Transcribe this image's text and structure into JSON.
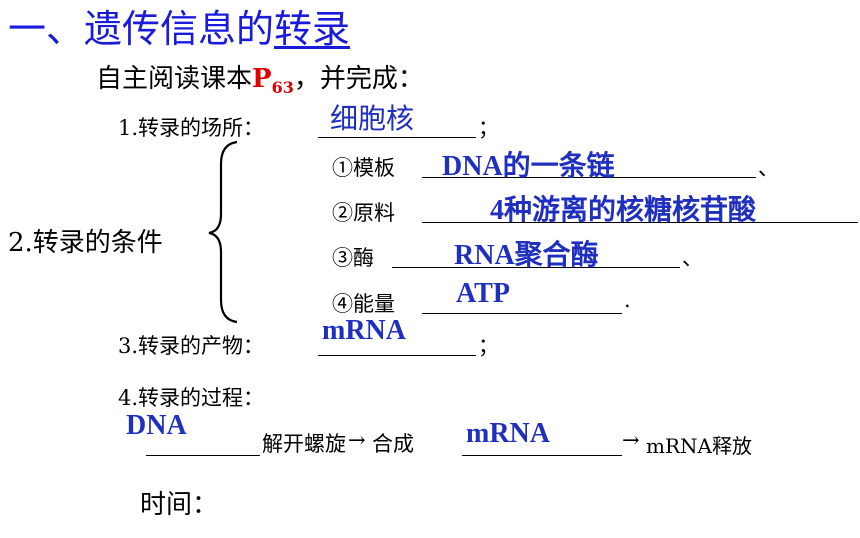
{
  "heading": {
    "prefix": "一、遗传信息的",
    "underlined": "转录"
  },
  "intro": {
    "text": "自主阅读课本",
    "page_letter": "P",
    "page_num": "63",
    "suffix": "，并完成："
  },
  "q1": {
    "label": "1.转录的场所：",
    "answer": "细胞核",
    "end": "；"
  },
  "q2": {
    "label": "2.转录的条件",
    "items": [
      {
        "label": "①模板",
        "answer": "DNA的一条链",
        "end": "、"
      },
      {
        "label": "②原料",
        "answer": "4种游离的核糖核苷酸",
        "end": ""
      },
      {
        "label": "③酶",
        "answer": "RNA聚合酶",
        "end": "、"
      },
      {
        "label": "④能量",
        "answer": "ATP",
        "end": "."
      }
    ]
  },
  "q3": {
    "label": "3.转录的产物：",
    "answer": "mRNA",
    "end": "；"
  },
  "q4": {
    "label": "4.转录的过程：",
    "answer1": "DNA",
    "step1": "解开螺旋",
    "arrow1": "→",
    "step2": "合成",
    "answer2": "mRNA",
    "arrow2": "→",
    "step3": "mRNA释放"
  },
  "time_label": "时间："
}
